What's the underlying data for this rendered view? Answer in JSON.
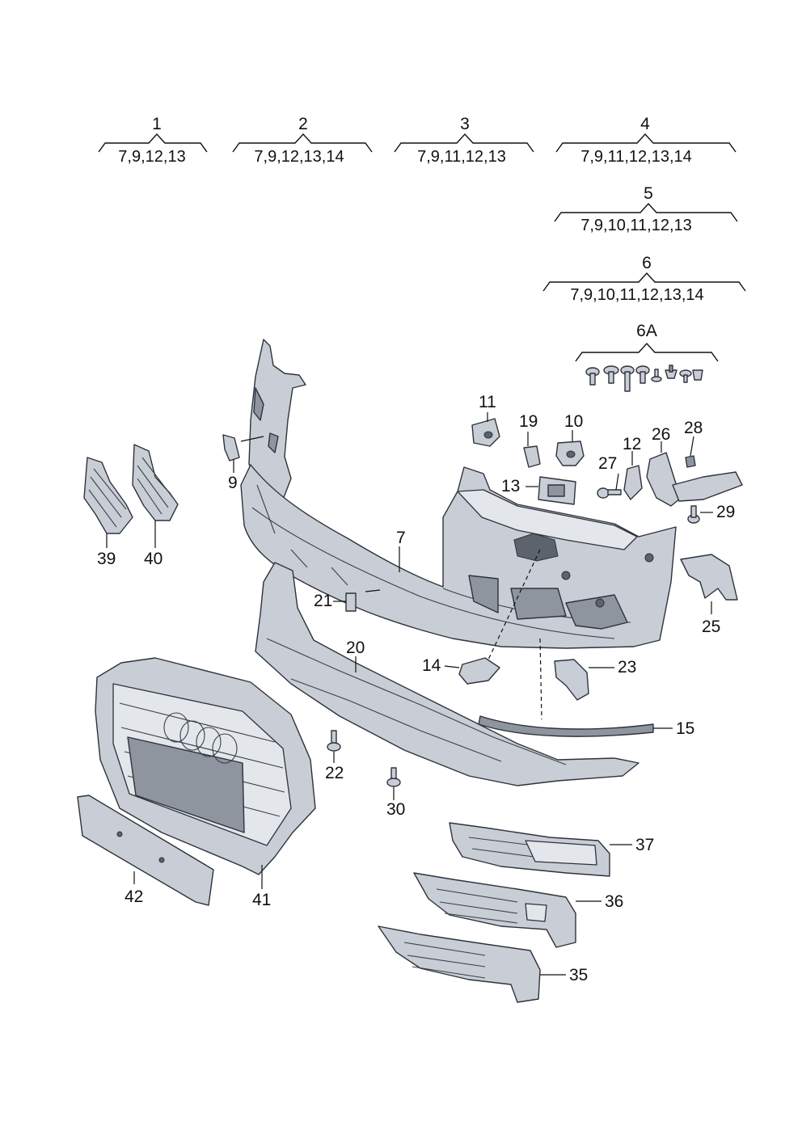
{
  "groups": [
    {
      "num": "1",
      "list": "7,9,12,13"
    },
    {
      "num": "2",
      "list": "7,9,12,13,14"
    },
    {
      "num": "3",
      "list": "7,9,11,12,13"
    },
    {
      "num": "4",
      "list": "7,9,11,12,13,14"
    },
    {
      "num": "5",
      "list": "7,9,10,11,12,13"
    },
    {
      "num": "6",
      "list": "7,9,10,11,12,13,14"
    },
    {
      "num": "6A",
      "list": ""
    }
  ],
  "callouts": [
    "7",
    "9",
    "10",
    "11",
    "12",
    "13",
    "14",
    "15",
    "19",
    "20",
    "21",
    "22",
    "23",
    "25",
    "26",
    "27",
    "28",
    "29",
    "30",
    "35",
    "36",
    "37",
    "39",
    "40",
    "41",
    "42"
  ]
}
